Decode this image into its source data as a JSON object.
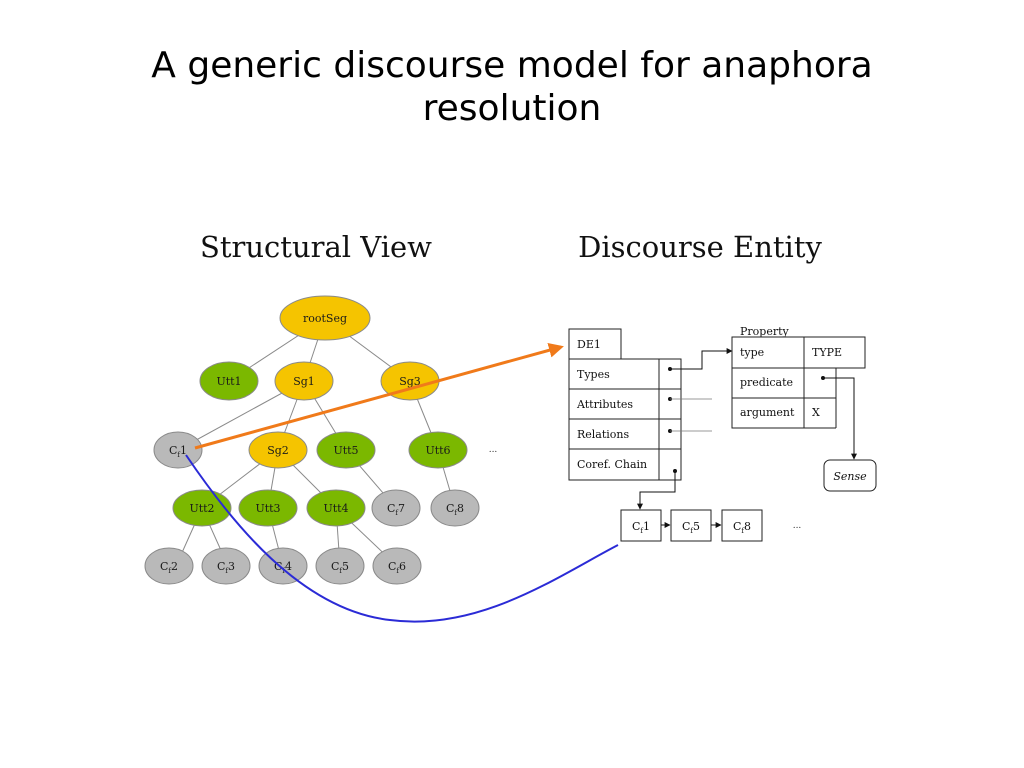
{
  "title": {
    "line1": "A generic discourse model for anaphora",
    "line2": "resolution"
  },
  "colors": {
    "root": "#f5c400",
    "seg": "#f5c400",
    "utt": "#7bb800",
    "cf": "#b9b9b9",
    "orange_arrow": "#f07a1a",
    "blue_curve": "#2b2bd6"
  },
  "structural_view": {
    "heading": "Structural View",
    "nodes": {
      "rootSeg": "rootSeg",
      "utt1": "Utt1",
      "sg1": "Sg1",
      "sg3": "Sg3",
      "cf1": {
        "base": "C",
        "sub": "f",
        "num": "1"
      },
      "sg2": "Sg2",
      "utt5": "Utt5",
      "utt6": "Utt6",
      "utt2": "Utt2",
      "utt3": "Utt3",
      "utt4": "Utt4",
      "cf7": {
        "base": "C",
        "sub": "f",
        "num": "7"
      },
      "cf8": {
        "base": "C",
        "sub": "f",
        "num": "8"
      },
      "cf2": {
        "base": "C",
        "sub": "f",
        "num": "2"
      },
      "cf3": {
        "base": "C",
        "sub": "f",
        "num": "3"
      },
      "cf4": {
        "base": "C",
        "sub": "f",
        "num": "4"
      },
      "cf5": {
        "base": "C",
        "sub": "f",
        "num": "5"
      },
      "cf6": {
        "base": "C",
        "sub": "f",
        "num": "6"
      }
    },
    "ellipsis": "..."
  },
  "discourse_entity": {
    "heading": "Discourse Entity",
    "entity_name": "DE1",
    "fields": [
      "Types",
      "Attributes",
      "Relations",
      "Coref. Chain"
    ],
    "property": {
      "label": "Property",
      "rows": [
        {
          "key": "type",
          "value": "TYPE"
        },
        {
          "key": "predicate",
          "value": ""
        },
        {
          "key": "argument",
          "value": "X"
        }
      ]
    },
    "sense_label": "Sense",
    "chain": [
      {
        "base": "C",
        "sub": "f",
        "num": "1"
      },
      {
        "base": "C",
        "sub": "f",
        "num": "5"
      },
      {
        "base": "C",
        "sub": "f",
        "num": "8"
      }
    ],
    "chain_ellipsis": "..."
  }
}
